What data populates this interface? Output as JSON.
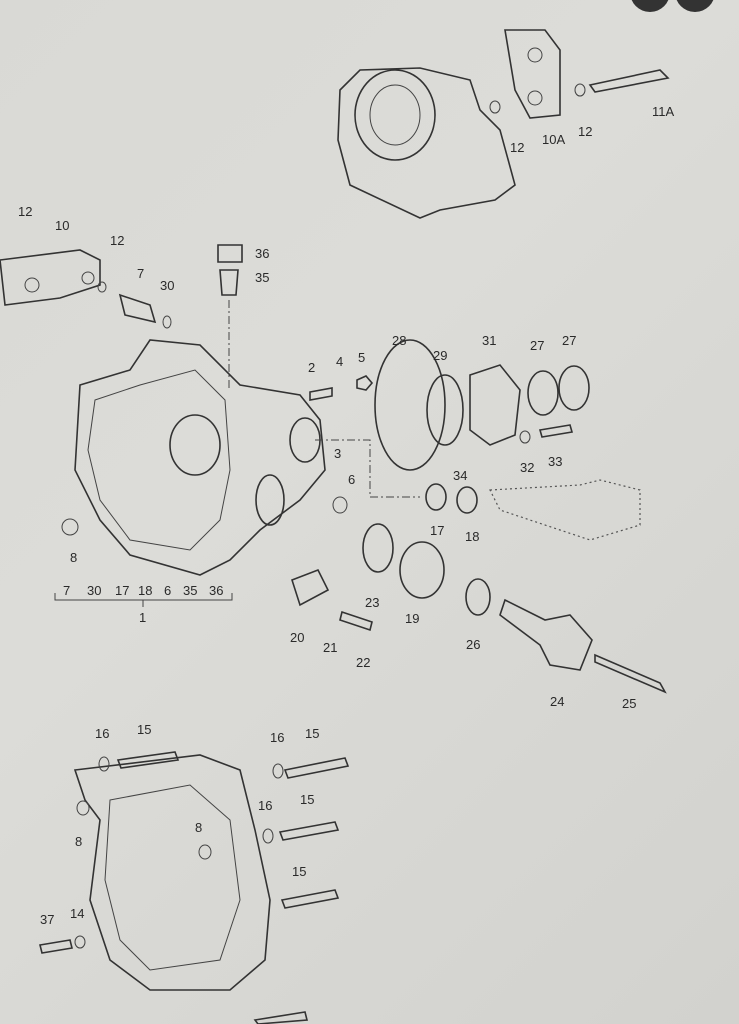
{
  "diagram": {
    "type": "exploded-parts-view",
    "labels": [
      "12",
      "10A",
      "12",
      "11A",
      "12",
      "10",
      "12",
      "7",
      "30",
      "36",
      "35",
      "2",
      "4",
      "5",
      "28",
      "29",
      "31",
      "27",
      "27",
      "3",
      "6",
      "34",
      "32",
      "33",
      "8",
      "17",
      "18",
      "23",
      "19",
      "20",
      "21",
      "22",
      "26",
      "24",
      "25",
      "16",
      "15",
      "16",
      "15",
      "16",
      "15",
      "8",
      "8",
      "15",
      "37",
      "14"
    ],
    "group_bracket": {
      "members": [
        "7",
        "30",
        "17",
        "18",
        "6",
        "35",
        "36"
      ],
      "label": "1"
    }
  }
}
